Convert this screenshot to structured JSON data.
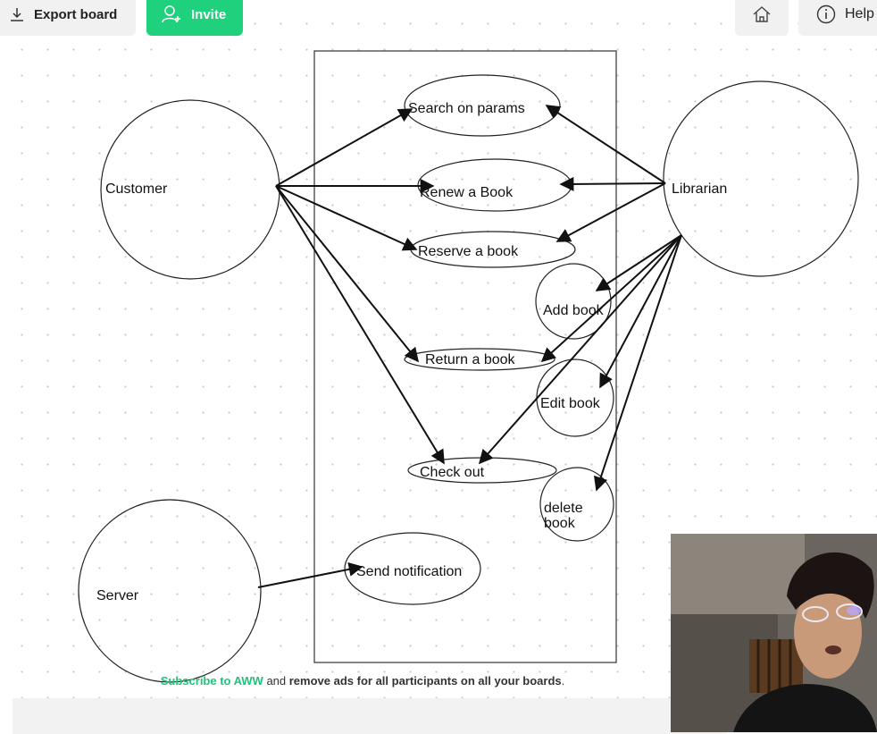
{
  "toolbar": {
    "export_label": "Export board",
    "invite_label": "Invite",
    "help_label": "Help"
  },
  "diagram": {
    "actors": {
      "customer": "Customer",
      "librarian": "Librarian",
      "server": "Server"
    },
    "use_cases": {
      "search": "Search on params",
      "renew": "Renew a Book",
      "reserve": "Reserve a book",
      "add": "Add book",
      "return": "Return a book",
      "edit": "Edit book",
      "checkout": "Check out",
      "delete_line1": "delete",
      "delete_line2": "book",
      "notify": "Send notification"
    }
  },
  "banner": {
    "link": "Subscribe to AWW",
    "middle": " and ",
    "strong": "remove ads for all participants on all your boards",
    "end": "."
  },
  "colors": {
    "accent": "#1fd07c",
    "link": "#1fc47a"
  }
}
